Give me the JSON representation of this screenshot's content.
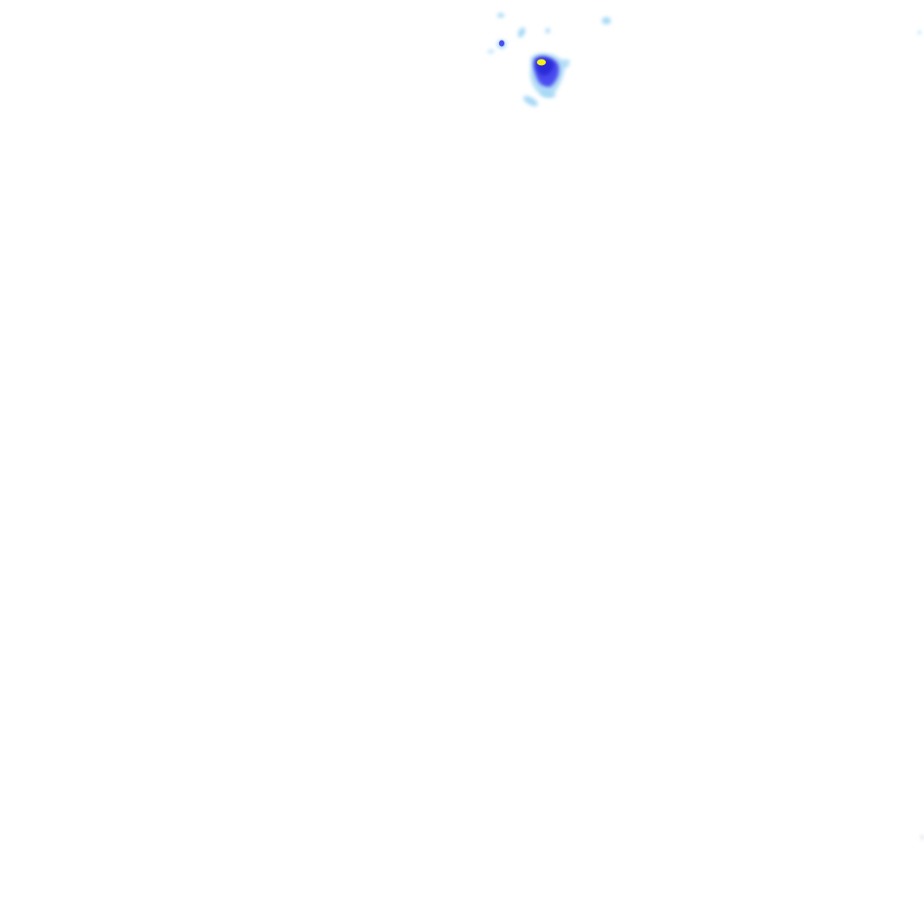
{
  "map": {
    "kind": "precipitation-radar-overlay-tile",
    "background_color": "#ffffff",
    "legend_colors": {
      "light": "#a6d8f5",
      "moderate": "#4a4cf0",
      "heavy": "#2b2bd6",
      "intense": "#f5f01a"
    },
    "echoes": [
      {
        "id": "main-cell",
        "intensity_levels": [
          "light",
          "moderate",
          "heavy",
          "intense"
        ]
      },
      {
        "id": "small-cell-west",
        "intensity_levels": [
          "light",
          "moderate"
        ]
      },
      {
        "id": "scattered-echoes",
        "intensity_levels": [
          "light"
        ]
      }
    ]
  }
}
